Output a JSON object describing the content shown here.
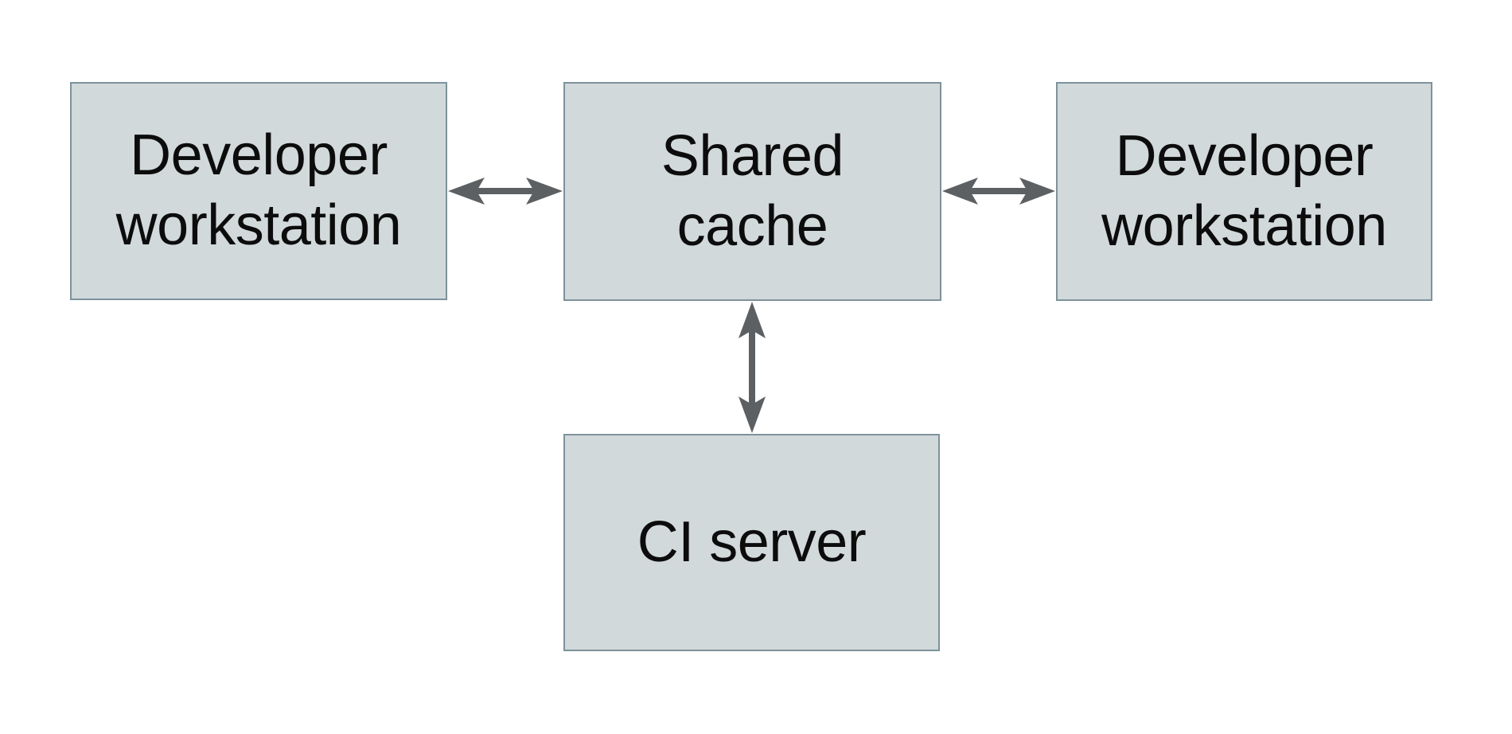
{
  "diagram": {
    "type": "architecture-diagram",
    "nodes": [
      {
        "id": "developer-workstation-left",
        "label": "Developer\nworkstation"
      },
      {
        "id": "shared-cache",
        "label": "Shared\ncache"
      },
      {
        "id": "developer-workstation-right",
        "label": "Developer\nworkstation"
      },
      {
        "id": "ci-server",
        "label": "CI server"
      }
    ],
    "edges": [
      {
        "from": "developer-workstation-left",
        "to": "shared-cache",
        "direction": "bidirectional",
        "orientation": "horizontal"
      },
      {
        "from": "shared-cache",
        "to": "developer-workstation-right",
        "direction": "bidirectional",
        "orientation": "horizontal"
      },
      {
        "from": "shared-cache",
        "to": "ci-server",
        "direction": "bidirectional",
        "orientation": "vertical"
      }
    ],
    "colors": {
      "node_fill": "#d2d9db",
      "node_border": "#7e929b",
      "arrow": "#5d6063",
      "text": "#0c0c0c",
      "background": "#ffffff"
    }
  }
}
